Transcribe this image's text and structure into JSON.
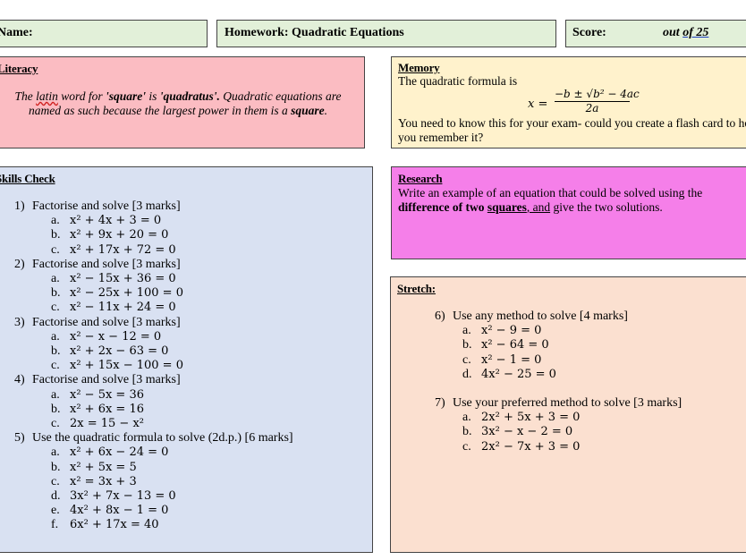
{
  "header": {
    "name_label": "Name:",
    "homework_title": "Homework: Quadratic Equations",
    "score_label": "Score:",
    "score_out_of_prefix": "out ",
    "score_out_of_rest": "of 25"
  },
  "literacy": {
    "title": "Literacy",
    "text_1": "The ",
    "text_latin": "latin",
    "text_2": " word for ",
    "word_square": "'square'",
    "text_3": " is ",
    "word_quadratus": "'quadratus'.",
    "text_4": " Quadratic equations are named as such because the largest power in them is a ",
    "word_square_bold": "square",
    "text_5": "."
  },
  "memory": {
    "title": "Memory",
    "intro": "The quadratic formula is",
    "formula_lhs": "x =",
    "formula_num": "−b ± √b² − 4ac",
    "formula_den": "2a",
    "note": "You need to know this for your exam- could you create a flash card to help you remember it?"
  },
  "skills": {
    "title": "Skills Check",
    "questions": [
      {
        "num": "1)",
        "text": "Factorise and solve [3 marks]",
        "parts": [
          {
            "letter": "a.",
            "expr": "x² + 4x + 3 = 0"
          },
          {
            "letter": "b.",
            "expr": "x² + 9x + 20 = 0"
          },
          {
            "letter": "c.",
            "expr": "x² + 17x + 72 = 0"
          }
        ]
      },
      {
        "num": "2)",
        "text": "Factorise and solve [3 marks]",
        "parts": [
          {
            "letter": "a.",
            "expr": "x² − 15x + 36 = 0"
          },
          {
            "letter": "b.",
            "expr": "x² − 25x + 100 = 0"
          },
          {
            "letter": "c.",
            "expr": "x² − 11x + 24 = 0"
          }
        ]
      },
      {
        "num": "3)",
        "text": "Factorise and solve [3 marks]",
        "parts": [
          {
            "letter": "a.",
            "expr": "x² − x − 12 = 0"
          },
          {
            "letter": "b.",
            "expr": "x² + 2x − 63 = 0"
          },
          {
            "letter": "c.",
            "expr": "x² + 15x − 100 = 0"
          }
        ]
      },
      {
        "num": "4)",
        "text": "Factorise and solve [3 marks]",
        "parts": [
          {
            "letter": "a.",
            "expr": "x² − 5x = 36"
          },
          {
            "letter": "b.",
            "expr": "x² + 6x = 16"
          },
          {
            "letter": "c.",
            "expr": "2x = 15 − x²"
          }
        ]
      },
      {
        "num": "5)",
        "text": "Use the quadratic formula to solve (2d.p.) [6 marks]",
        "parts": [
          {
            "letter": "a.",
            "expr": "x² + 6x − 24 = 0"
          },
          {
            "letter": "b.",
            "expr": "x² + 5x = 5"
          },
          {
            "letter": "c.",
            "expr": "x² = 3x + 3"
          },
          {
            "letter": "d.",
            "expr": "3x² + 7x − 13 = 0"
          },
          {
            "letter": "e.",
            "expr": "4x² + 8x − 1 = 0"
          },
          {
            "letter": "f.",
            "expr": "6x² + 17x = 40"
          }
        ]
      }
    ]
  },
  "research": {
    "title": "Research",
    "text_1": "Write an example of an equation that could be solved using the ",
    "bold_1": "difference of two ",
    "bold_squares": "squares",
    "text_2": ", and",
    "text_3": " give the two solutions."
  },
  "stretch": {
    "title": "Stretch:",
    "questions": [
      {
        "num": "6)",
        "text": "Use any method to solve [4 marks]",
        "parts": [
          {
            "letter": "a.",
            "expr": "x² − 9 = 0"
          },
          {
            "letter": "b.",
            "expr": "x² − 64 = 0"
          },
          {
            "letter": "c.",
            "expr": "x² − 1 = 0"
          },
          {
            "letter": "d.",
            "expr": "4x² − 25 = 0"
          }
        ]
      },
      {
        "num": "7)",
        "text": "Use your preferred method to solve [3 marks]",
        "parts": [
          {
            "letter": "a.",
            "expr": "2x² + 5x + 3 = 0"
          },
          {
            "letter": "b.",
            "expr": "3x² − x − 2 = 0"
          },
          {
            "letter": "c.",
            "expr": "2x² − 7x + 3 = 0"
          }
        ]
      }
    ]
  }
}
